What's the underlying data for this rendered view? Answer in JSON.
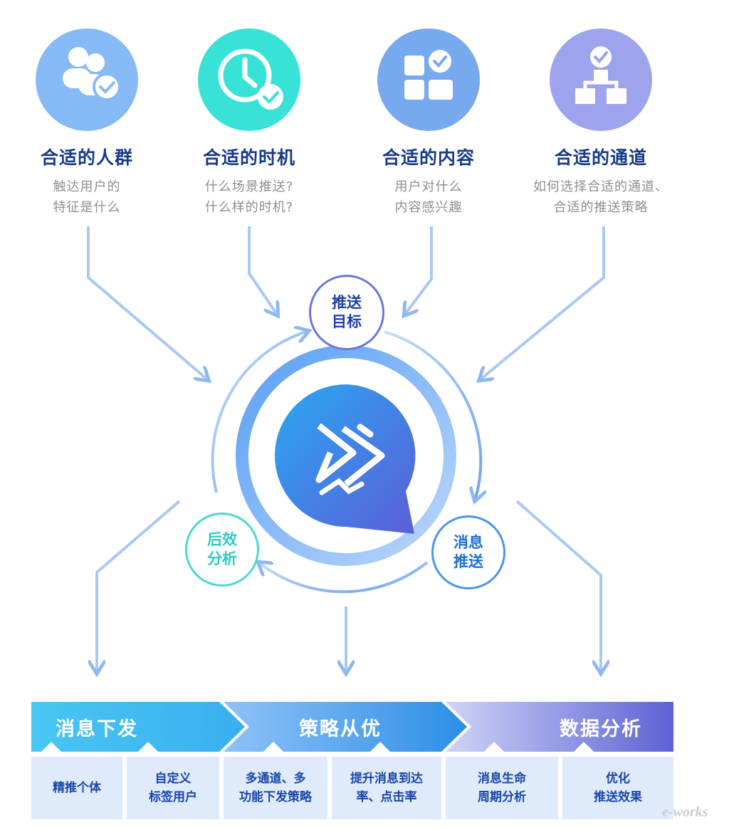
{
  "features": [
    {
      "title": "合适的人群",
      "desc1": "触达用户的",
      "desc2": "特征是什么",
      "icon": "users-check-icon",
      "color": "#7fb6f7"
    },
    {
      "title": "合适的时机",
      "desc1": "什么场景推送?",
      "desc2": "什么样的时机?",
      "icon": "clock-check-icon",
      "color": "#36e1d6"
    },
    {
      "title": "合适的内容",
      "desc1": "用户对什么",
      "desc2": "内容感兴趣",
      "icon": "grid-check-icon",
      "color": "#6ea3ec"
    },
    {
      "title": "合适的通道",
      "desc1": "如何选择合适的通道、",
      "desc2": "合适的推送策略",
      "icon": "hierarchy-check-icon",
      "color": "#9aa0ea"
    }
  ],
  "cycle": {
    "goal": {
      "line1": "推送",
      "line2": "目标",
      "color": "#1f3fa8"
    },
    "push": {
      "line1": "消息",
      "line2": "推送",
      "color": "#1f6fd6"
    },
    "analysis": {
      "line1": "后效",
      "line2": "分析",
      "color": "#2fcbc2"
    }
  },
  "bottom": {
    "sections": [
      {
        "label": "消息下发",
        "items": [
          {
            "line1": "精推个体",
            "line2": ""
          },
          {
            "line1": "自定义",
            "line2": "标签用户"
          }
        ]
      },
      {
        "label": "策略从优",
        "items": [
          {
            "line1": "多通道、多",
            "line2": "功能下发策略"
          },
          {
            "line1": "提升消息到达",
            "line2": "率、点击率"
          }
        ]
      },
      {
        "label": "数据分析",
        "items": [
          {
            "line1": "消息生命",
            "line2": "周期分析"
          },
          {
            "line1": "优化",
            "line2": "推送效果"
          }
        ]
      }
    ]
  },
  "watermark": "e-works"
}
